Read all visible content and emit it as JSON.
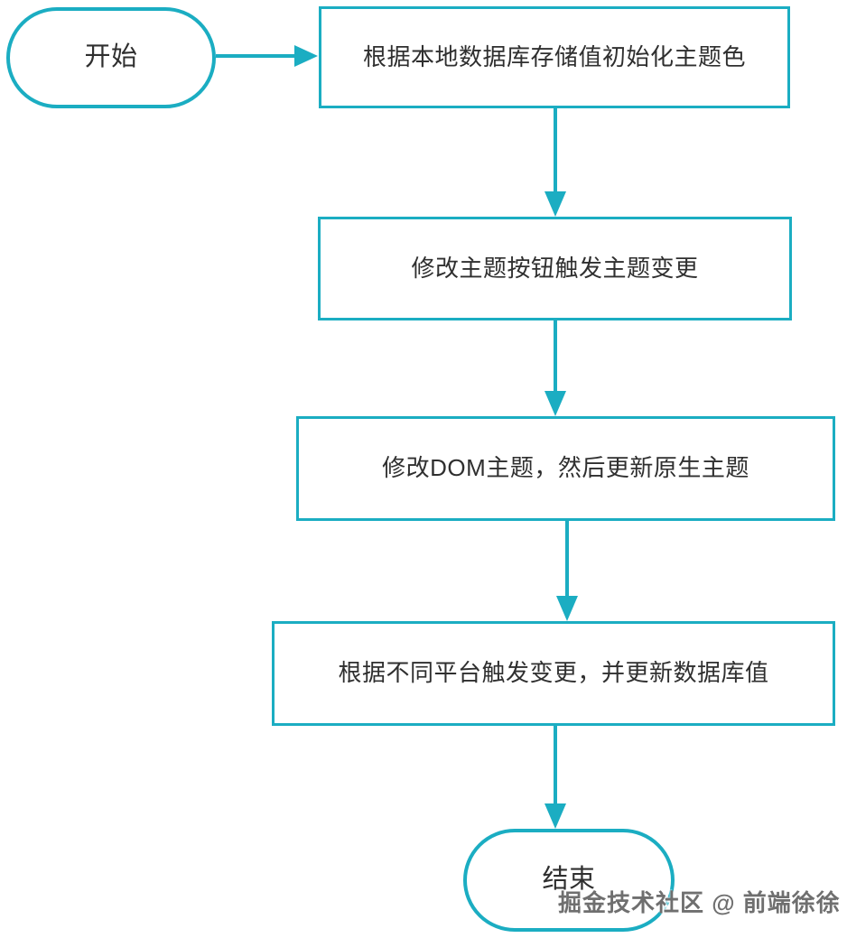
{
  "diagram": {
    "type": "flowchart",
    "colors": {
      "accent": "#1badc2",
      "text": "#2f2f2f",
      "watermark_text": "#6f6f6f",
      "background": "#ffffff"
    },
    "nodes": {
      "start": {
        "label": "开始",
        "shape": "terminator"
      },
      "step1": {
        "label": "根据本地数据库存储值初始化主题色",
        "shape": "process"
      },
      "step2": {
        "label": "修改主题按钮触发主题变更",
        "shape": "process"
      },
      "step3": {
        "label": "修改DOM主题，然后更新原生主题",
        "shape": "process"
      },
      "step4": {
        "label": "根据不同平台触发变更，并更新数据库值",
        "shape": "process"
      },
      "end": {
        "label": "结束",
        "shape": "terminator"
      }
    },
    "edges": [
      {
        "from": "start",
        "to": "step1",
        "direction": "right"
      },
      {
        "from": "step1",
        "to": "step2",
        "direction": "down"
      },
      {
        "from": "step2",
        "to": "step3",
        "direction": "down"
      },
      {
        "from": "step3",
        "to": "step4",
        "direction": "down"
      },
      {
        "from": "step4",
        "to": "end",
        "direction": "down"
      }
    ],
    "watermark": "掘金技术社区 @ 前端徐徐"
  }
}
